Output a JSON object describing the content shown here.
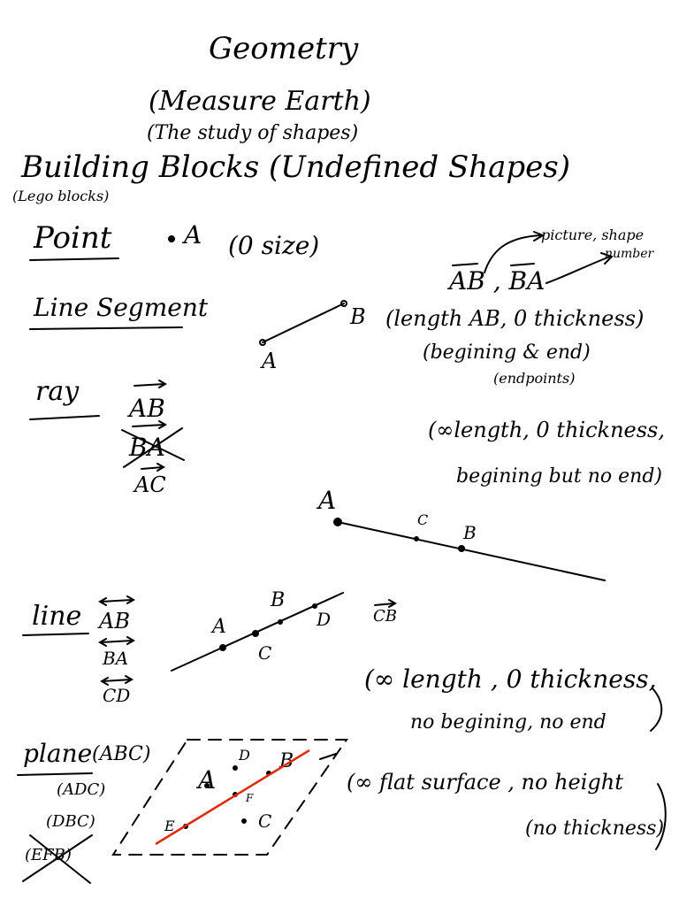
{
  "title": "Geometry",
  "subtitle_1": "(Measure Earth)",
  "subtitle_2": "(The study of shapes)",
  "building_blocks": "Building Blocks (Undefined Shapes)",
  "lego": "(Lego blocks)",
  "point": {
    "heading": "Point",
    "label": "A",
    "note": "(0 size)"
  },
  "notation": {
    "text": "AB , BA",
    "arrow_note_1": "picture, shape",
    "arrow_note_2": "number"
  },
  "segment": {
    "heading": "Line Segment",
    "label_a": "A",
    "label_b": "B",
    "note_1": "(length AB, 0 thickness)",
    "note_2": "(begining & end)",
    "note_3": "(endpoints)"
  },
  "ray": {
    "heading": "ray",
    "names": [
      "AB",
      "BA",
      "AC"
    ],
    "note_1": "(∞length, 0 thickness,",
    "note_2": "begining but no end)",
    "label_a": "A",
    "label_c": "C",
    "label_b": "B"
  },
  "line": {
    "heading": "line",
    "names": [
      "AB",
      "BA",
      "CD"
    ],
    "label_a": "A",
    "label_b": "B",
    "label_c": "C",
    "label_d": "D",
    "cb": "CB",
    "note_1": "(∞ length , 0 thickness,",
    "note_2": "no begining, no end"
  },
  "plane": {
    "heading": "plane",
    "names": [
      "(ABC)",
      "(ADC)",
      "(DBC)",
      "(EFB)"
    ],
    "label_a": "A",
    "label_d": "D",
    "label_b": "B",
    "label_e": "E",
    "label_f": "F",
    "label_c": "C",
    "note_1": "(∞ flat surface , no height",
    "note_2": "(no thickness)"
  },
  "colors": {
    "ink": "#000000",
    "red_line": "#e02a10"
  }
}
